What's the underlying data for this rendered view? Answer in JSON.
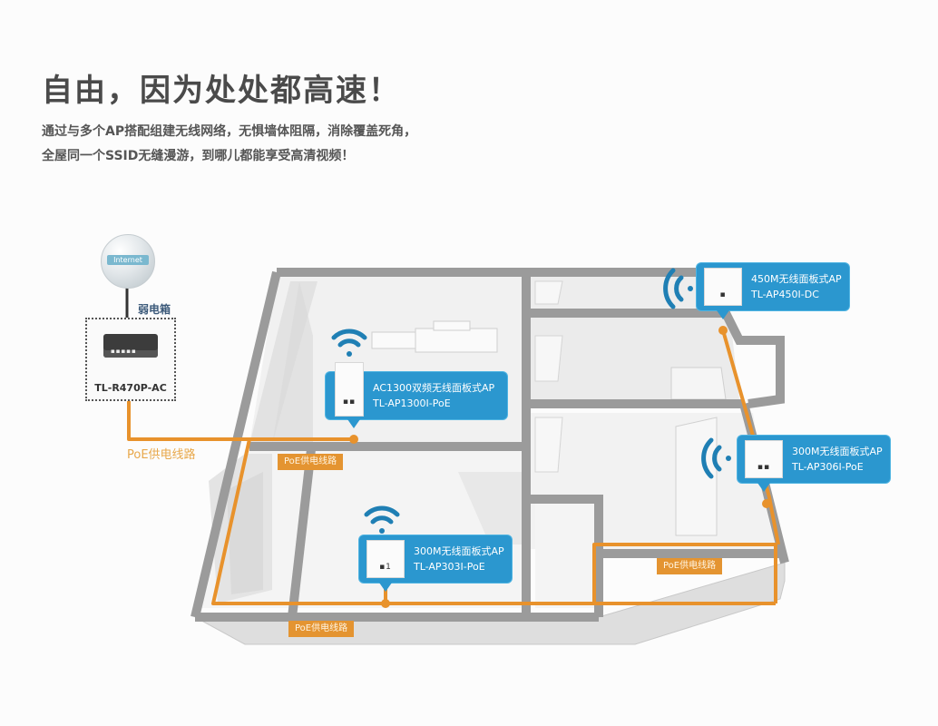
{
  "header": {
    "title": "自由，因为处处都高速！",
    "description_lines": [
      "通过与多个AP搭配组建无线网络，无惧墙体阻隔，消除覆盖死角，",
      "全屋同一个SSID无缝漫游，到哪儿都能享受高清视频！"
    ]
  },
  "network": {
    "internet": {
      "label": "Internet",
      "icon": "globe-icon"
    },
    "cabinet_label": "弱电箱",
    "router": {
      "model": "TL-R470P-AC",
      "icon": "router-icon",
      "ports": "▪▪▪▪▪"
    },
    "poe_main_label": "PoE供电线路",
    "poe_tag_label": "PoE供电线路",
    "access_points": [
      {
        "name": "AC1300双频无线面板式AP",
        "model": "TL-AP1300I-PoE",
        "ports": "▪▪",
        "icon": "wifi-icon",
        "orientation": "up"
      },
      {
        "name": "450M无线面板式AP",
        "model": "TL-AP450I-DC",
        "ports": "▪",
        "icon": "wifi-icon",
        "orientation": "left"
      },
      {
        "name": "300M无线面板式AP",
        "model": "TL-AP306I-PoE",
        "ports": "▪▪",
        "icon": "wifi-icon",
        "orientation": "left"
      },
      {
        "name": "300M无线面板式AP",
        "model": "TL-AP303I-PoE",
        "ports": "▪1",
        "icon": "wifi-icon",
        "orientation": "up"
      }
    ]
  },
  "colors": {
    "background": "#fcfcfc",
    "wall": "#9b9b9b",
    "floor": "#eeeeee",
    "poe_line": "#e8922c",
    "callout": "#2b97cf",
    "wifi": "#1f7fb4"
  }
}
